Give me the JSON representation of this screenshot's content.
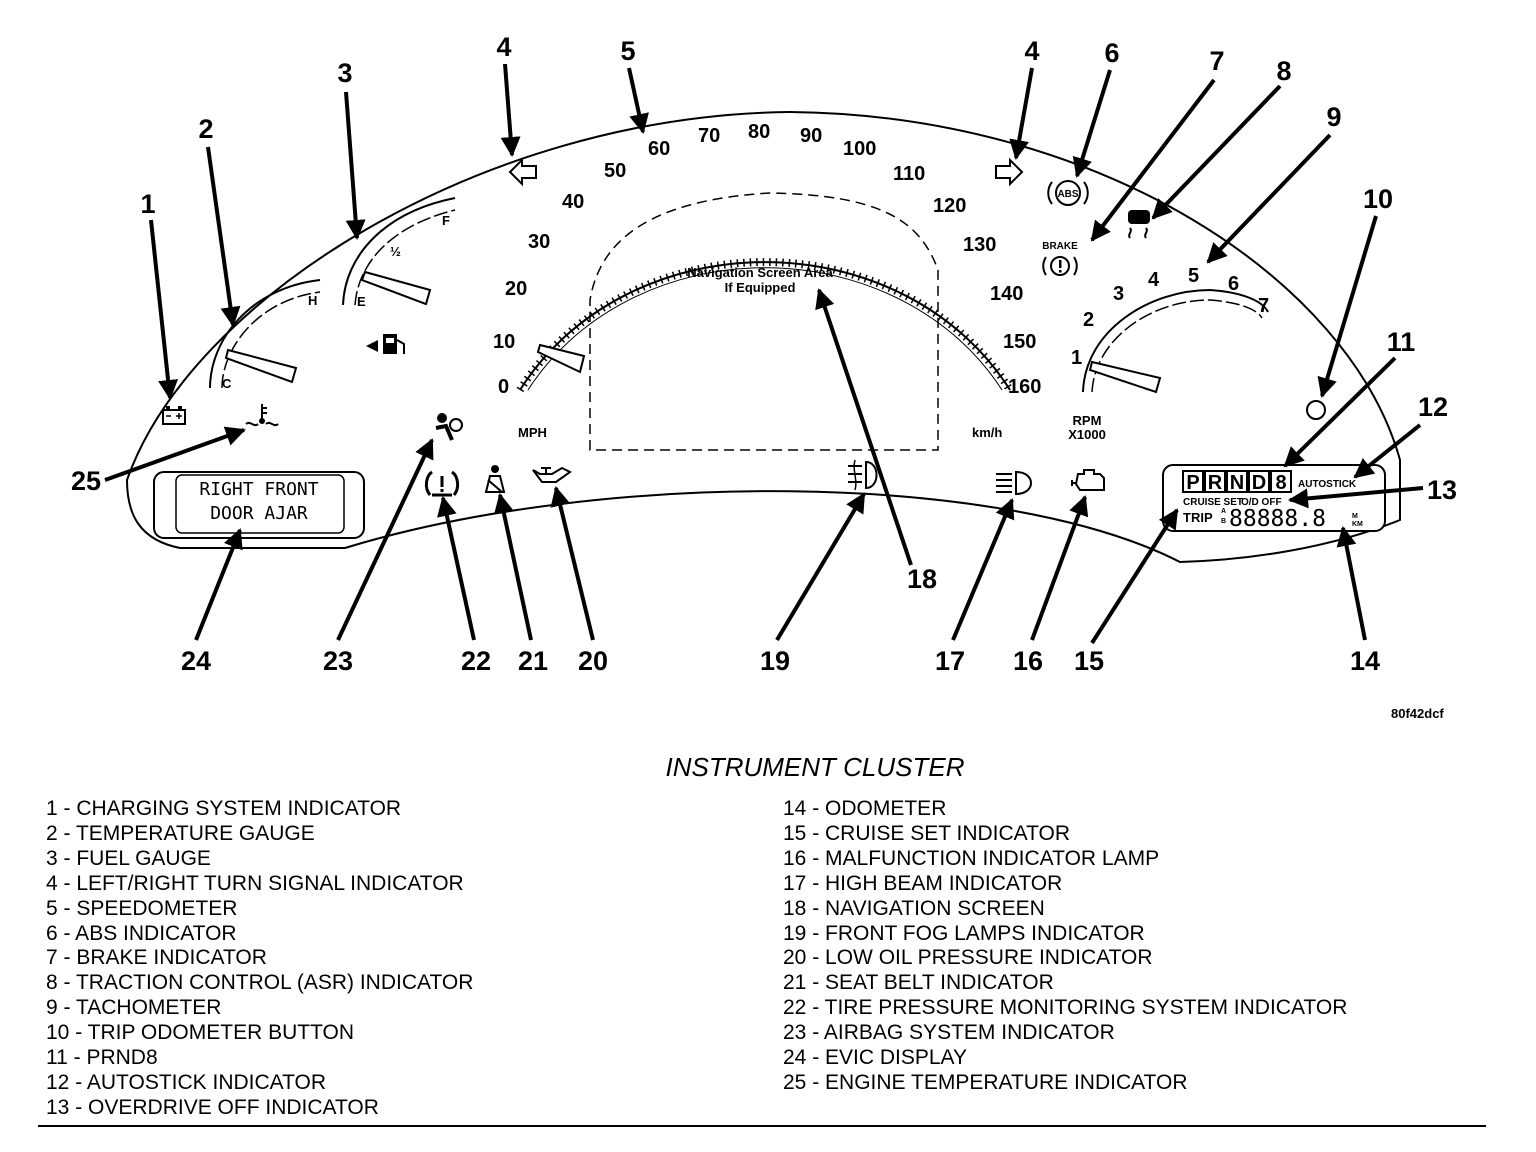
{
  "figure": {
    "title": "INSTRUMENT CLUSTER",
    "id": "80f42dcf"
  },
  "cluster": {
    "nav_area_line1": "Navigation Screen Area",
    "nav_area_line2": "If Equipped",
    "mph_label": "MPH",
    "kmh_label": "km/h",
    "rpm_label": "RPM",
    "rpm_unit": "X1000",
    "temp_cold": "C",
    "temp_hot": "H",
    "fuel_empty": "E",
    "fuel_half": "½",
    "fuel_full": "F",
    "brake_label": "BRAKE",
    "abs_label": "ABS",
    "evic_line1": "RIGHT FRONT",
    "evic_line2": "DOOR AJAR",
    "autostick": "AUTOSTICK",
    "cruise_set": "CRUISE SET",
    "od_off": "O/D OFF",
    "trip": "TRIP",
    "trip_a": "A",
    "trip_b": "B",
    "odometer_digits": "88888.8",
    "odo_m": "M",
    "odo_km": "KM",
    "prnd8": [
      "P",
      "R",
      "N",
      "D",
      "8"
    ],
    "speed_labels": [
      "0",
      "10",
      "20",
      "30",
      "40",
      "50",
      "60",
      "70",
      "80",
      "90",
      "100",
      "110",
      "120",
      "130",
      "140",
      "150",
      "160"
    ],
    "tach_labels": [
      "1",
      "2",
      "3",
      "4",
      "5",
      "6",
      "7"
    ]
  },
  "callouts": [
    "1",
    "2",
    "3",
    "4",
    "4",
    "5",
    "6",
    "7",
    "8",
    "9",
    "10",
    "11",
    "12",
    "13",
    "14",
    "15",
    "16",
    "17",
    "18",
    "19",
    "20",
    "21",
    "22",
    "23",
    "24",
    "25"
  ],
  "legend_left": [
    "1 - CHARGING SYSTEM INDICATOR",
    "2 - TEMPERATURE GAUGE",
    "3 - FUEL GAUGE",
    "4 - LEFT/RIGHT TURN SIGNAL INDICATOR",
    "5 - SPEEDOMETER",
    "6 - ABS INDICATOR",
    "7 - BRAKE INDICATOR",
    "8 - TRACTION CONTROL (ASR) INDICATOR",
    "9 - TACHOMETER",
    "10 - TRIP ODOMETER BUTTON",
    "11 - PRND8",
    "12 - AUTOSTICK INDICATOR",
    "13 - OVERDRIVE OFF INDICATOR"
  ],
  "legend_right": [
    "14 - ODOMETER",
    "15 - CRUISE SET INDICATOR",
    "16 - MALFUNCTION INDICATOR LAMP",
    "17 - HIGH BEAM INDICATOR",
    "18 - NAVIGATION SCREEN",
    "19 - FRONT FOG LAMPS INDICATOR",
    "20 - LOW OIL PRESSURE INDICATOR",
    "21 - SEAT BELT INDICATOR",
    "22 - TIRE PRESSURE MONITORING SYSTEM INDICATOR",
    "23 - AIRBAG SYSTEM INDICATOR",
    "24 - EVIC DISPLAY",
    "25 - ENGINE TEMPERATURE INDICATOR"
  ]
}
